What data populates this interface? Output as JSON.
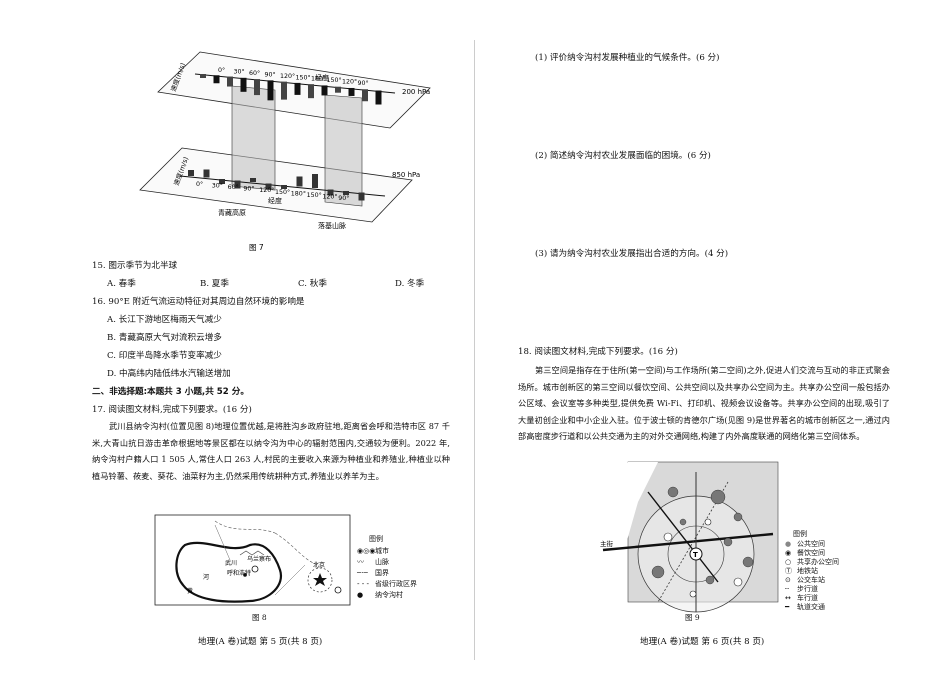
{
  "fig7": {
    "caption": "图 7",
    "upper_axis_label": "经度",
    "upper_level": "200 hPa",
    "upper_side_label": "速度(m/s)",
    "upper_lons": [
      "0°",
      "30°",
      "60°",
      "90°",
      "120°",
      "150°",
      "180°",
      "150°",
      "120°",
      "90°"
    ],
    "lower_axis_label": "经度",
    "lower_level": "850 hPa",
    "lower_side_label": "速度(m/s)",
    "lower_lons": [
      "0°",
      "30°",
      "60°",
      "90°",
      "120°",
      "150°",
      "180°",
      "150°",
      "120°",
      "90°"
    ],
    "region_labels": [
      "青藏高原",
      "落基山脉"
    ]
  },
  "q15": {
    "stem": "15. 图示季节为北半球",
    "options": [
      "A. 春季",
      "B. 夏季",
      "C. 秋季",
      "D. 冬季"
    ]
  },
  "q16": {
    "stem": "16. 90°E 附近气流运动特征对其周边自然环境的影响是",
    "options": [
      "A. 长江下游地区梅雨天气减少",
      "B. 青藏高原大气对流积云增多",
      "C. 印度半岛降水季节变率减少",
      "D. 中高纬内陆低纬水汽输送增加"
    ]
  },
  "section2": "二、非选择题:本题共 3 小题,共 52 分。",
  "q17": {
    "stem": "17. 阅读图文材料,完成下列要求。(16 分)",
    "para": "武川县纳令沟村(位置见图 8)地理位置优越,是将胜沟乡政府驻地,距离省会呼和浩特市区 87 千米,大青山抗日游击革命根据地等景区都在以纳令沟为中心的辐射范围内,交通较为便利。2022 年,纳令沟村户籍人口 1 505 人,常住人口 263 人,村民的主要收入来源为种植业和养殖业,种植业以种植马铃薯、莜麦、葵花、油菜籽为主,仍然采用传统耕种方式,养殖业以养羊为主。",
    "sub1": "(1) 评价纳令沟村发展种植业的气候条件。(6 分)",
    "sub2": "(2) 简述纳令沟村农业发展面临的困境。(6 分)",
    "sub3": "(3) 请为纳令沟村农业发展指出合适的方向。(4 分)"
  },
  "fig8": {
    "caption": "图 8",
    "place_labels": [
      "武川",
      "乌兰察布",
      "北京",
      "呼和浩特",
      "河",
      "黄"
    ],
    "legend_title": "图例",
    "legend": [
      "城市",
      "山脉",
      "国界",
      "省级行政区界",
      "纳令沟村"
    ]
  },
  "q18": {
    "stem": "18. 阅读图文材料,完成下列要求。(16 分)",
    "para": "第三空间是指存在于住所(第一空间)与工作场所(第二空间)之外,促进人们交流与互动的非正式聚会场所。城市创新区的第三空间以餐饮空间、公共空间以及共享办公空间为主。共享办公空间一般包括办公区域、会议室等多种类型,提供免费 Wi-Fi、打印机、视频会议设备等。共享办公空间的出现,吸引了大量初创企业和中小企业入驻。位于波士顿的肯德尔广场(见图 9)是世界著名的城市创新区之一,通过内部高密度步行道和以公共交通为主的对外交通网络,构建了内外高度联通的网络化第三空间体系。"
  },
  "fig9": {
    "caption": "图 9",
    "street_label": "主街",
    "legend_title": "图例",
    "legend": [
      "公共空间",
      "餐饮空间",
      "共享办公空间",
      "地铁站",
      "公交车站",
      "步行道",
      "车行道",
      "轨道交通"
    ]
  },
  "footer_left": "地理(A 卷)试题   第 5 页(共 8 页)",
  "footer_right": "地理(A 卷)试题   第 6 页(共 8 页)"
}
